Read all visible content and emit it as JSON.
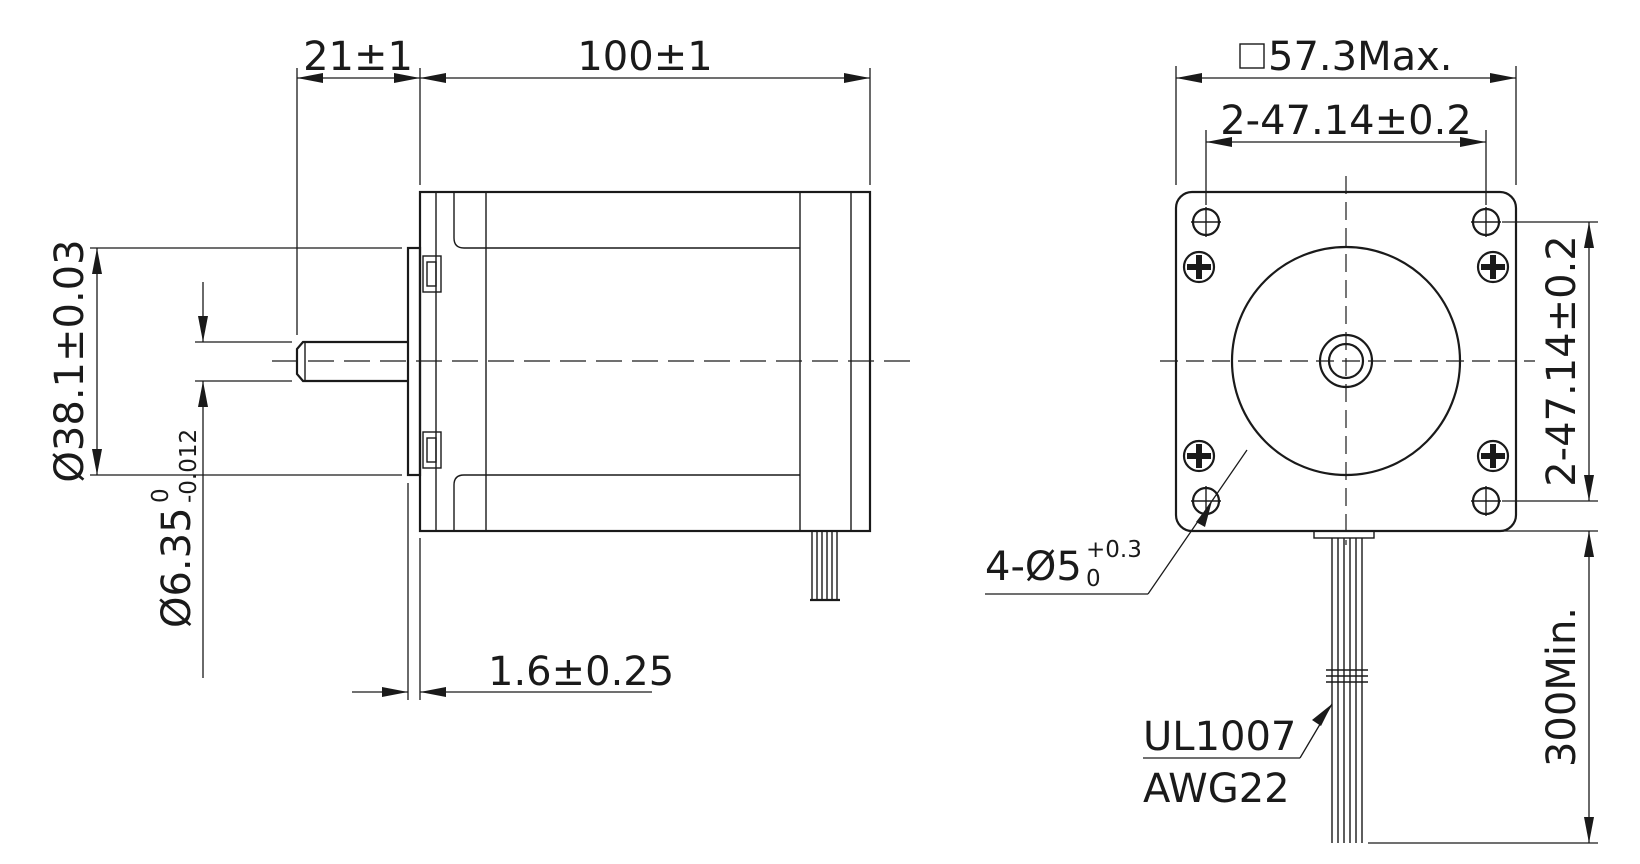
{
  "dimensions": {
    "shaft_length": "21±1",
    "body_length": "100±1",
    "pilot_diameter": "Ø38.1±0.03",
    "shaft_diameter_main": "Ø6.35",
    "shaft_diameter_upper_tol": "0",
    "shaft_diameter_lower_tol": "-0.012",
    "pilot_height": "1.6±0.25",
    "frame_size": "57.3Max.",
    "hole_spacing_horizontal": "2-47.14±0.2",
    "hole_spacing_vertical": "2-47.14±0.2",
    "mount_holes_main": "4-Ø5",
    "mount_holes_upper_tol": "+0.3",
    "mount_holes_lower_tol": "0",
    "lead_length": "300Min."
  },
  "lead_wire": {
    "spec_line1": "UL1007",
    "spec_line2": "AWG22"
  }
}
